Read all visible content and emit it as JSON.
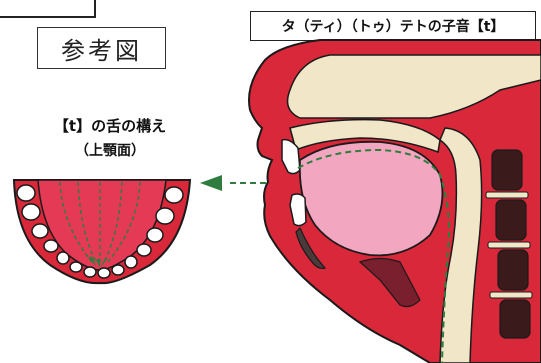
{
  "reference_label": "参考図",
  "title": "タ（ティ）（トゥ）テトの子音【t】",
  "tongue_caption": {
    "title": "【t】の舌の構え",
    "subtitle": "（上顎面）"
  },
  "colors": {
    "tissue_red": "#d8283a",
    "tongue_pink": "#f2a6c0",
    "bone_cream": "#f1e6c8",
    "guide_green": "#2f7d3e",
    "outline": "#1a1a1a"
  }
}
